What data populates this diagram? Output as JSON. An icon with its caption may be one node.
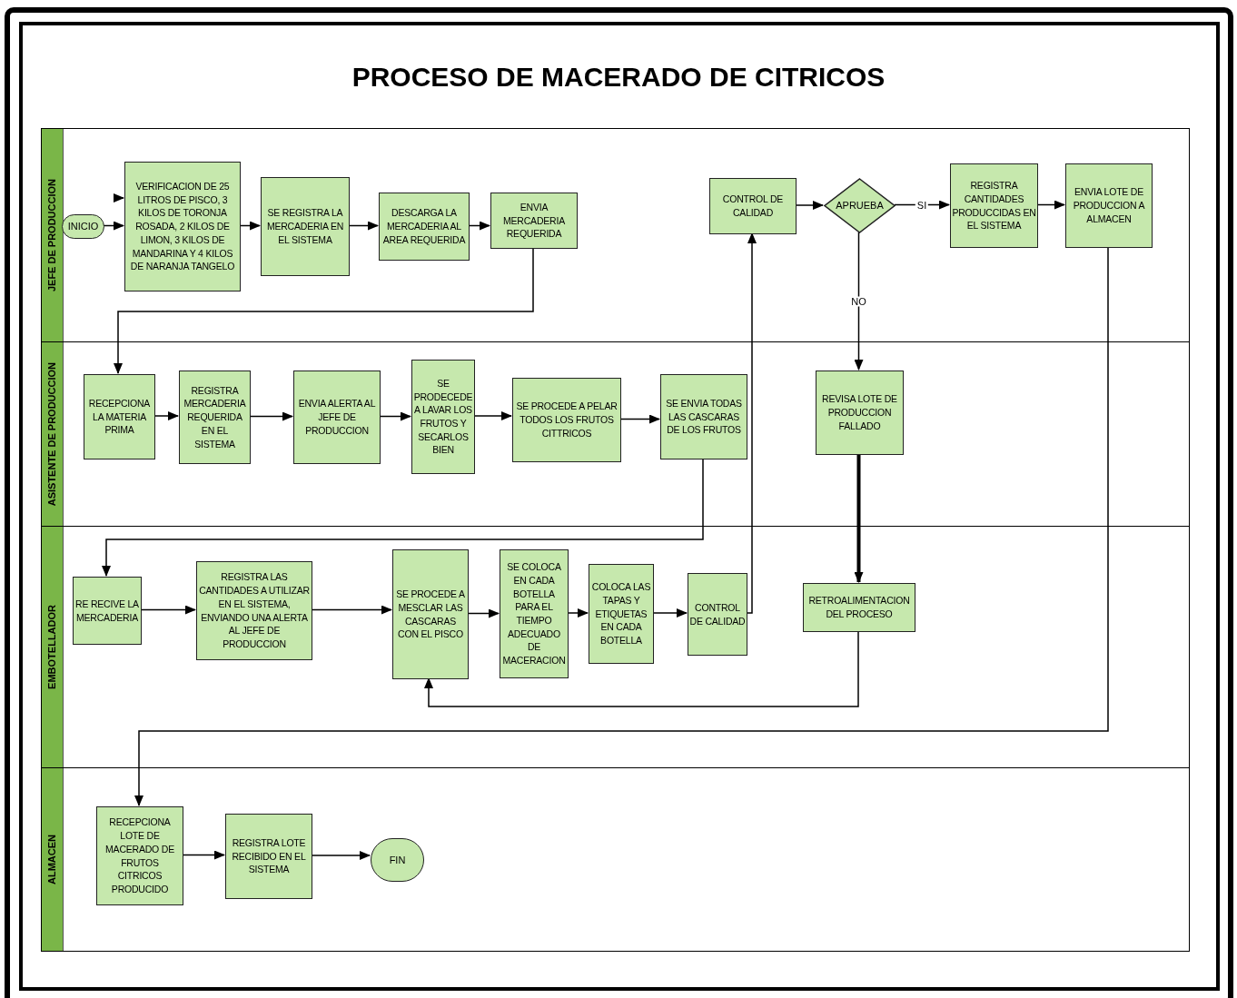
{
  "diagram": {
    "title": "PROCESO DE MACERADO DE CITRICOS",
    "nodes": [
      {
        "text": [
          "JEFE DE PRODUCCION"
        ]
      },
      {
        "text": [
          "ASISTENTE DE PRODUCCION"
        ]
      },
      {
        "text": [
          "EMBOTELLADOR"
        ]
      },
      {
        "text": [
          "ALMACEN"
        ]
      },
      {
        "text": [
          "INICIO"
        ],
        "in": 0
      },
      {
        "text": [
          "VERIFICACION DE 25 LITROS DE PISCO, 3 KILOS DE TORONJA ROSADA, 2 KILOS DE LIMON, 3 KILOS DE MANDARINA Y 4 KILOS DE NARANJA TANGELO"
        ],
        "in": 0
      },
      {
        "text": [
          "SE REGISTRA LA MERCADERIA EN EL SISTEMA"
        ],
        "in": 0
      },
      {
        "text": [
          "DESCARGA LA MERCADERIA AL AREA REQUERIDA"
        ],
        "in": 0
      },
      {
        "text": [
          "ENVIA MERCADERIA REQUERIDA"
        ],
        "in": 0
      },
      {
        "text": [
          "CONTROL DE CALIDAD"
        ],
        "in": 0
      },
      {
        "text": [
          "APRUEBA"
        ],
        "in": 0
      },
      {
        "text": [
          "REGISTRA CANTIDADES PRODUCCIDAS EN EL SISTEMA"
        ],
        "in": 0
      },
      {
        "text": [
          "ENVIA LOTE DE PRODUCCION A ALMACEN"
        ],
        "in": 0
      },
      {
        "text": [
          "RECEPCIONA LA MATERIA PRIMA"
        ],
        "in": 1
      },
      {
        "text": [
          "REGISTRA MERCADERIA REQUERIDA EN EL SISTEMA"
        ],
        "in": 1
      },
      {
        "text": [
          "ENVIA ALERTA AL JEFE DE PRODUCCION"
        ],
        "in": 1
      },
      {
        "text": [
          "SE PRODECEDE A LAVAR LOS FRUTOS Y SECARLOS BIEN"
        ],
        "in": 1
      },
      {
        "text": [
          "SE PROCEDE A PELAR TODOS LOS FRUTOS CITTRICOS"
        ],
        "in": 1
      },
      {
        "text": [
          "SE ENVIA TODAS LAS CASCARAS DE LOS FRUTOS"
        ],
        "in": 1
      },
      {
        "text": [
          "REVISA LOTE DE PRODUCCION FALLADO"
        ],
        "in": 1
      },
      {
        "text": [
          "RE RECIVE LA MERCADERIA"
        ],
        "in": 2
      },
      {
        "text": [
          "REGISTRA LAS CANTIDADES A UTILIZAR EN EL SISTEMA, ENVIANDO UNA ALERTA AL JEFE DE PRODUCCION"
        ],
        "in": 2
      },
      {
        "text": [
          "SE PROCEDE A MESCLAR LAS CASCARAS CON EL PISCO"
        ],
        "in": 2
      },
      {
        "text": [
          "SE COLOCA EN CADA BOTELLA PARA EL TIEMPO ADECUADO DE MACERACION"
        ],
        "in": 2
      },
      {
        "text": [
          "COLOCA LAS TAPAS Y ETIQUETAS EN CADA BOTELLA"
        ],
        "in": 2
      },
      {
        "text": [
          "CONTROL DE CALIDAD"
        ],
        "in": 2
      },
      {
        "text": [
          "RETROALIMENTACION DEL PROCESO"
        ],
        "in": 2
      },
      {
        "text": [
          "RECEPCIONA LOTE DE MACERADO DE FRUTOS CITRICOS PRODUCIDO"
        ],
        "in": 3
      },
      {
        "text": [
          "REGISTRA LOTE RECIBIDO EN EL SISTEMA"
        ],
        "in": 3
      },
      {
        "text": [
          "FIN"
        ],
        "in": 3
      }
    ],
    "edges": [
      {
        "from": null,
        "to": 5,
        "arrow": "to"
      },
      {
        "from": 4,
        "to": 5,
        "arrow": "to"
      },
      {
        "from": 5,
        "to": 6,
        "arrow": "to"
      },
      {
        "from": 6,
        "to": 7,
        "arrow": "to"
      },
      {
        "from": 7,
        "to": 8,
        "arrow": "to"
      },
      {
        "from": 8,
        "to": 13,
        "arrow": "to"
      },
      {
        "from": 13,
        "to": 14,
        "arrow": "to"
      },
      {
        "from": 14,
        "to": 15,
        "arrow": "to"
      },
      {
        "from": 15,
        "to": 16,
        "arrow": "to"
      },
      {
        "from": 16,
        "to": 17,
        "arrow": "to"
      },
      {
        "from": 17,
        "to": 18,
        "arrow": "to"
      },
      {
        "from": 18,
        "to": 20,
        "arrow": "to"
      },
      {
        "from": 20,
        "to": 21,
        "arrow": "to"
      },
      {
        "from": 21,
        "to": 22,
        "arrow": "to"
      },
      {
        "from": 22,
        "to": 23,
        "arrow": "to"
      },
      {
        "from": 23,
        "to": 24,
        "arrow": "to"
      },
      {
        "from": 24,
        "to": 25,
        "arrow": "to"
      },
      {
        "from": 25,
        "to": 9,
        "arrow": "to"
      },
      {
        "from": 9,
        "to": 10,
        "arrow": "to"
      },
      {
        "from": 10,
        "to": 11,
        "arrow": "to",
        "label": "SI"
      },
      {
        "from": 10,
        "to": 19,
        "arrow": "to",
        "label": "NO"
      },
      {
        "from": 19,
        "to": 26,
        "arrow": "to",
        "style": "thick"
      },
      {
        "from": 26,
        "to": 22,
        "arrow": "to"
      },
      {
        "from": 11,
        "to": 12,
        "arrow": "to"
      },
      {
        "from": 12,
        "to": 27,
        "arrow": "to"
      },
      {
        "from": 27,
        "to": 28,
        "arrow": "to"
      },
      {
        "from": 28,
        "to": 29,
        "arrow": "to"
      }
    ]
  }
}
